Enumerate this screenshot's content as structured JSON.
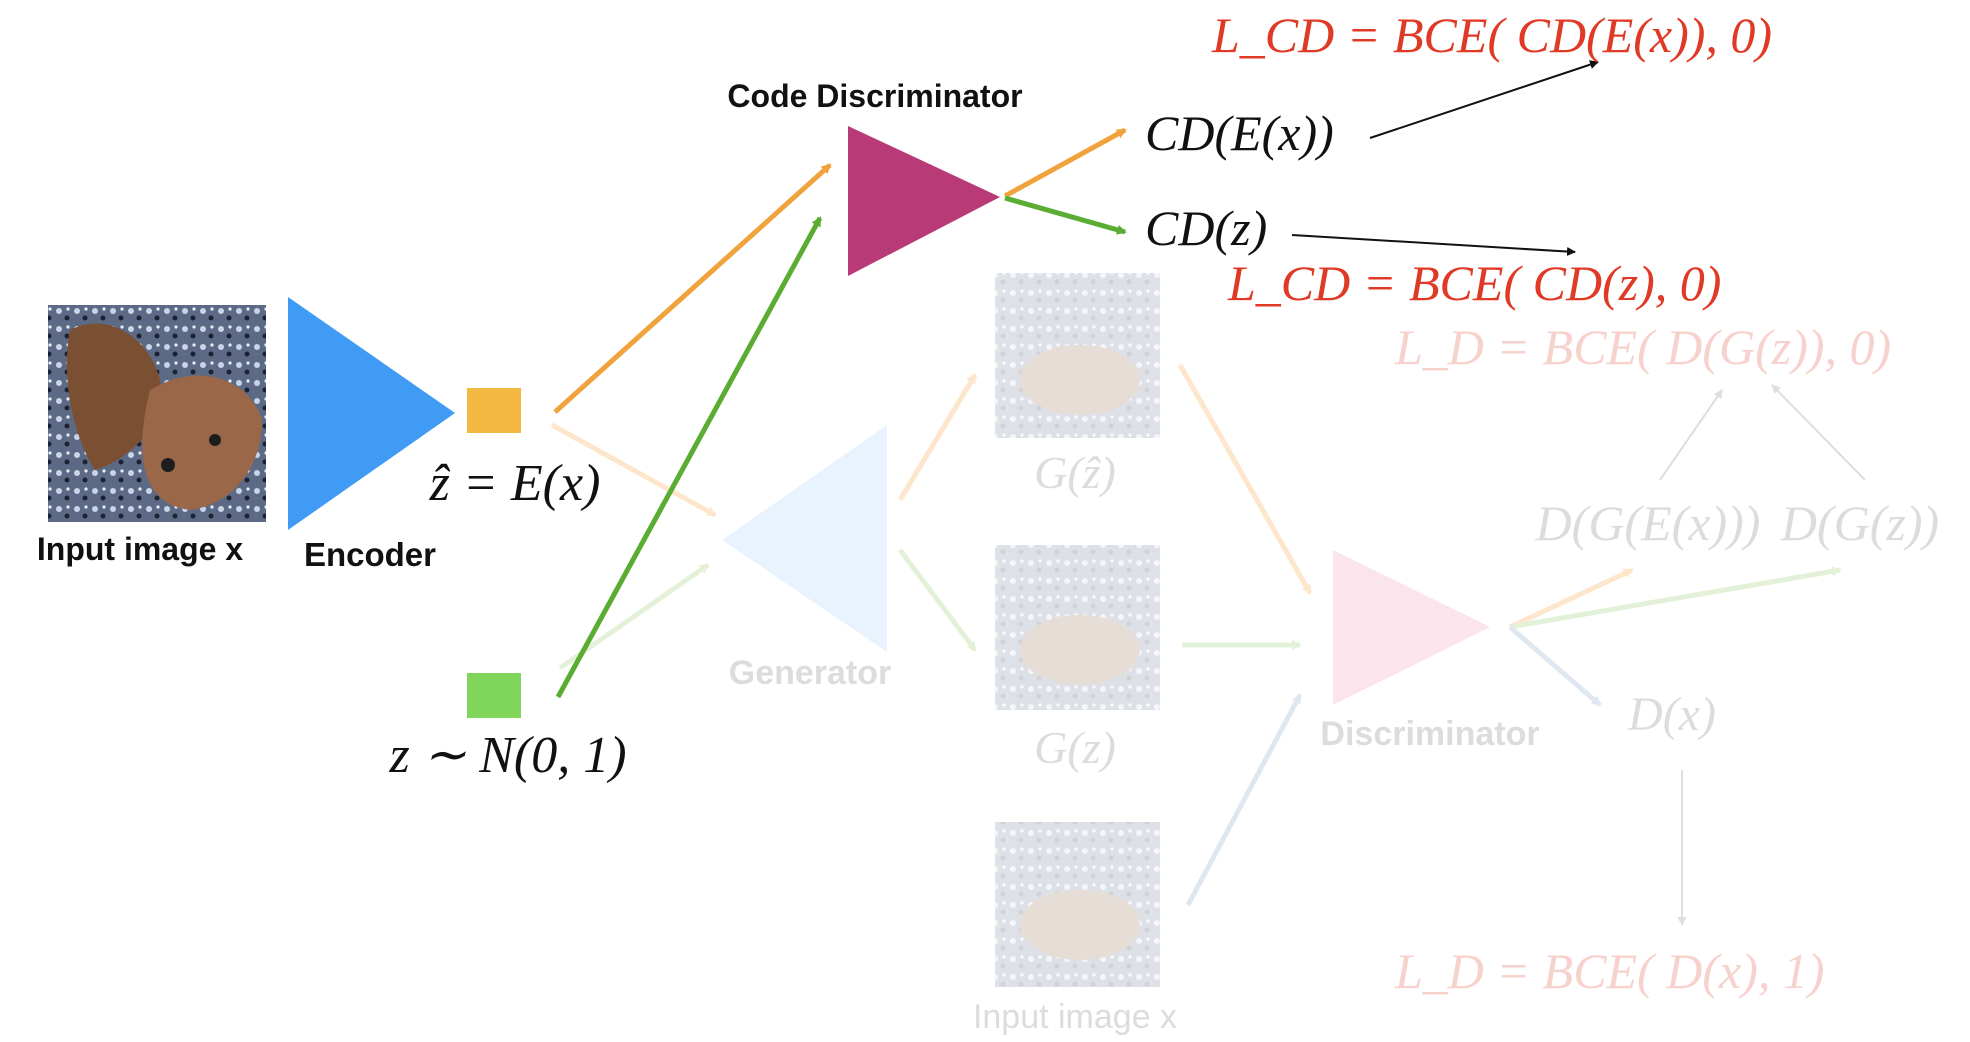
{
  "colors": {
    "encoder": "#3f9bf4",
    "code_discriminator": "#b83a77",
    "code_zhat": "#f2b841",
    "code_z": "#80d65a",
    "arrow_orange": "#f0a33c",
    "arrow_green": "#5aad32",
    "loss_red": "#e03a26",
    "faded_text": "#d9d9d9",
    "faded_red": "#f7d2cc"
  },
  "labels": {
    "input_image": "Input image x",
    "encoder": "Encoder",
    "code_discriminator": "Code Discriminator",
    "generator": "Generator",
    "discriminator": "Discriminator",
    "input_image_bottom": "Input image x"
  },
  "math": {
    "zhat_eq": "ẑ = E(x)",
    "z_sample": "z ∼ N(0, 1)",
    "cd_ex": "CD(E(x))",
    "cd_z": "CD(z)",
    "loss_cd_top": "L_CD = BCE( CD(E(x)), 0)",
    "loss_cd_mid": "L_CD = BCE( CD(z), 0)",
    "g_zhat": "G(ẑ)",
    "g_z": "G(z)",
    "d_g_e_x": "D(G(E(x)))",
    "d_g_z": "D(G(z))",
    "d_x": "D(x)",
    "loss_d_top": "L_D = BCE( D(G(z)), 0)",
    "loss_d_bottom": "L_D = BCE( D(x), 1)"
  }
}
